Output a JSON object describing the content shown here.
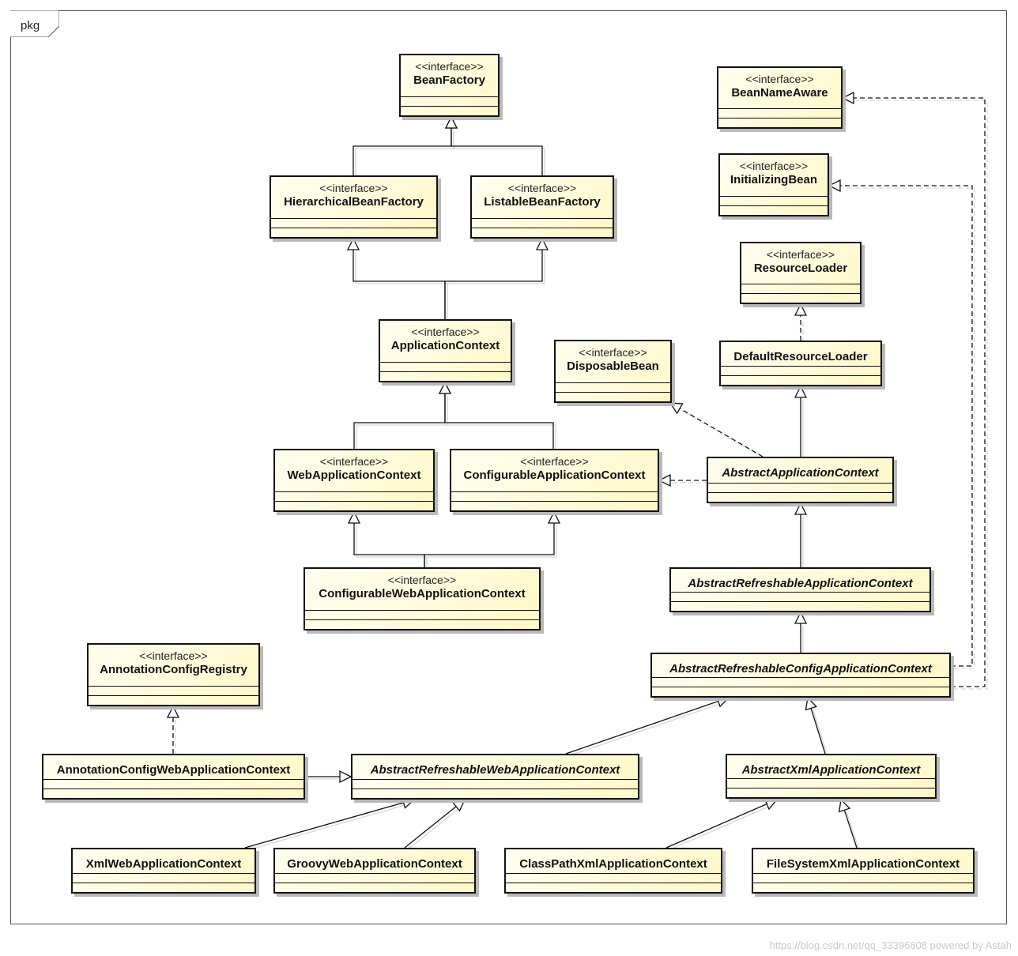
{
  "package_label": "pkg",
  "stereotype": "<<interface>>",
  "watermark": "https://blog.csdn.net/qq_33396608   powered by Astah",
  "classes": [
    {
      "id": "BeanFactory",
      "name": "BeanFactory",
      "interface": true,
      "abstract": false
    },
    {
      "id": "HierarchicalBeanFactory",
      "name": "HierarchicalBeanFactory",
      "interface": true,
      "abstract": false
    },
    {
      "id": "ListableBeanFactory",
      "name": "ListableBeanFactory",
      "interface": true,
      "abstract": false
    },
    {
      "id": "ApplicationContext",
      "name": "ApplicationContext",
      "interface": true,
      "abstract": false
    },
    {
      "id": "WebApplicationContext",
      "name": "WebApplicationContext",
      "interface": true,
      "abstract": false
    },
    {
      "id": "ConfigurableApplicationContext",
      "name": "ConfigurableApplicationContext",
      "interface": true,
      "abstract": false
    },
    {
      "id": "ConfigurableWebApplicationContext",
      "name": "ConfigurableWebApplicationContext",
      "interface": true,
      "abstract": false
    },
    {
      "id": "BeanNameAware",
      "name": "BeanNameAware",
      "interface": true,
      "abstract": false
    },
    {
      "id": "InitializingBean",
      "name": "InitializingBean",
      "interface": true,
      "abstract": false
    },
    {
      "id": "ResourceLoader",
      "name": "ResourceLoader",
      "interface": true,
      "abstract": false
    },
    {
      "id": "DefaultResourceLoader",
      "name": "DefaultResourceLoader",
      "interface": false,
      "abstract": false
    },
    {
      "id": "DisposableBean",
      "name": "DisposableBean",
      "interface": true,
      "abstract": false
    },
    {
      "id": "AbstractApplicationContext",
      "name": "AbstractApplicationContext",
      "interface": false,
      "abstract": true
    },
    {
      "id": "AbstractRefreshableApplicationContext",
      "name": "AbstractRefreshableApplicationContext",
      "interface": false,
      "abstract": true
    },
    {
      "id": "AbstractRefreshableConfigApplicationContext",
      "name": "AbstractRefreshableConfigApplicationContext",
      "interface": false,
      "abstract": true
    },
    {
      "id": "AnnotationConfigRegistry",
      "name": "AnnotationConfigRegistry",
      "interface": true,
      "abstract": false
    },
    {
      "id": "AnnotationConfigWebApplicationContext",
      "name": "AnnotationConfigWebApplicationContext",
      "interface": false,
      "abstract": false
    },
    {
      "id": "AbstractRefreshableWebApplicationContext",
      "name": "AbstractRefreshableWebApplicationContext",
      "interface": false,
      "abstract": true
    },
    {
      "id": "AbstractXmlApplicationContext",
      "name": "AbstractXmlApplicationContext",
      "interface": false,
      "abstract": true
    },
    {
      "id": "XmlWebApplicationContext",
      "name": "XmlWebApplicationContext",
      "interface": false,
      "abstract": false
    },
    {
      "id": "GroovyWebApplicationContext",
      "name": "GroovyWebApplicationContext",
      "interface": false,
      "abstract": false
    },
    {
      "id": "ClassPathXmlApplicationContext",
      "name": "ClassPathXmlApplicationContext",
      "interface": false,
      "abstract": false
    },
    {
      "id": "FileSystemXmlApplicationContext",
      "name": "FileSystemXmlApplicationContext",
      "interface": false,
      "abstract": false
    }
  ],
  "relations": [
    {
      "from": "HierarchicalBeanFactory",
      "to": "BeanFactory",
      "kind": "generalization"
    },
    {
      "from": "ListableBeanFactory",
      "to": "BeanFactory",
      "kind": "generalization"
    },
    {
      "from": "ApplicationContext",
      "to": "HierarchicalBeanFactory",
      "kind": "generalization"
    },
    {
      "from": "ApplicationContext",
      "to": "ListableBeanFactory",
      "kind": "generalization"
    },
    {
      "from": "WebApplicationContext",
      "to": "ApplicationContext",
      "kind": "generalization"
    },
    {
      "from": "ConfigurableApplicationContext",
      "to": "ApplicationContext",
      "kind": "generalization"
    },
    {
      "from": "ConfigurableWebApplicationContext",
      "to": "WebApplicationContext",
      "kind": "generalization"
    },
    {
      "from": "ConfigurableWebApplicationContext",
      "to": "ConfigurableApplicationContext",
      "kind": "generalization"
    },
    {
      "from": "DefaultResourceLoader",
      "to": "ResourceLoader",
      "kind": "realization"
    },
    {
      "from": "AbstractApplicationContext",
      "to": "DefaultResourceLoader",
      "kind": "generalization"
    },
    {
      "from": "AbstractApplicationContext",
      "to": "DisposableBean",
      "kind": "realization"
    },
    {
      "from": "AbstractApplicationContext",
      "to": "ConfigurableApplicationContext",
      "kind": "realization"
    },
    {
      "from": "AbstractRefreshableApplicationContext",
      "to": "AbstractApplicationContext",
      "kind": "generalization"
    },
    {
      "from": "AbstractRefreshableConfigApplicationContext",
      "to": "AbstractRefreshableApplicationContext",
      "kind": "generalization"
    },
    {
      "from": "AbstractRefreshableConfigApplicationContext",
      "to": "BeanNameAware",
      "kind": "realization"
    },
    {
      "from": "AbstractRefreshableConfigApplicationContext",
      "to": "InitializingBean",
      "kind": "realization"
    },
    {
      "from": "AbstractRefreshableWebApplicationContext",
      "to": "AbstractRefreshableConfigApplicationContext",
      "kind": "generalization"
    },
    {
      "from": "AbstractXmlApplicationContext",
      "to": "AbstractRefreshableConfigApplicationContext",
      "kind": "generalization"
    },
    {
      "from": "AnnotationConfigWebApplicationContext",
      "to": "AnnotationConfigRegistry",
      "kind": "realization"
    },
    {
      "from": "AnnotationConfigWebApplicationContext",
      "to": "AbstractRefreshableWebApplicationContext",
      "kind": "generalization"
    },
    {
      "from": "XmlWebApplicationContext",
      "to": "AbstractRefreshableWebApplicationContext",
      "kind": "generalization"
    },
    {
      "from": "GroovyWebApplicationContext",
      "to": "AbstractRefreshableWebApplicationContext",
      "kind": "generalization"
    },
    {
      "from": "ClassPathXmlApplicationContext",
      "to": "AbstractXmlApplicationContext",
      "kind": "generalization"
    },
    {
      "from": "FileSystemXmlApplicationContext",
      "to": "AbstractXmlApplicationContext",
      "kind": "generalization"
    }
  ]
}
